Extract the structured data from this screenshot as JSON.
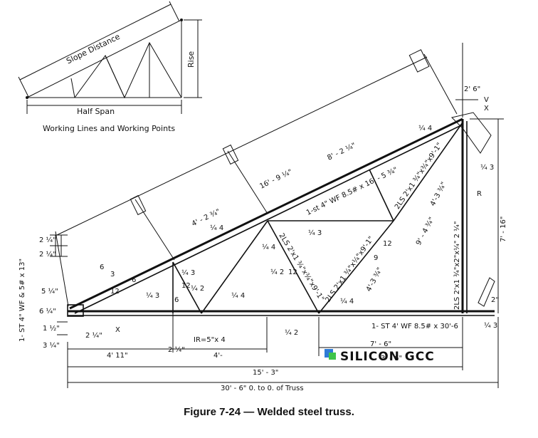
{
  "caption": "Figure 7-24 — Welded steel truss.",
  "watermark": "SILICON GCC",
  "inset": {
    "slope_distance": "Slope Distance",
    "rise": "Rise",
    "half_span": "Half Span",
    "title": "Working Lines and Working Points"
  },
  "top_chord": "1-st  4\" WF 8.5# x 16' - 5 ¾\"",
  "bottom_chord": "1- ST 4' WF 8.5# x 30'-6",
  "end_post": "1- ST 4\" WF & 5# x 13\"",
  "vertical_member": "2LS 2'x1 ¾\"x2\"x¼\" 2 ¼\"",
  "diagonals": [
    "2LS 2'x1 ¾\"x¾\"x9'-1\"",
    "2LS 2'x1 ¾\"x¾\"x9'-1\"",
    "2LS 2'x1 ¾\"x¼\"x9'-1\""
  ],
  "dims": {
    "d_8_2": "8' - 2 ¼\"",
    "d_16_9": "16' - 9 ¼\"",
    "d_4_2": "4' - 2 ¾\"",
    "d_4_3a": "4'-3 ¾\"",
    "d_9_4": "9' - 4 ¾\"",
    "d_4_3b": "4'-3 ¾\"",
    "d_7_16": "7' - 16\"",
    "d_2_6": "2' 6\"",
    "d_4_11": "4' 11\"",
    "d_4_": "4'-",
    "d_7_6": "7' - 6\"",
    "d_3_6": "3' - 6\"",
    "d_15_3": "15' - 3\"",
    "d_30_6": "30' - 6\" 0. to 0. of Truss",
    "d_2_a": "2 ¼\"",
    "d_2_b": "2 ¼\"",
    "d_6": "6 ¼\"",
    "d_5": "5 ¼\"",
    "d_1": "1 ½\"",
    "d_3": "3 ¼\"",
    "d_2_4": "2 ¼\"",
    "d_2_5": "2 ¼\"",
    "d_2in": "2\""
  },
  "marks": {
    "ir": "IR=5\"x 4",
    "v": "V",
    "x": "X",
    "r": "R",
    "x2": "X"
  },
  "welds": [
    "¼ 4",
    "¼ 3",
    "¼ 4",
    "¼ 3",
    "¼ 4",
    "¼ 2",
    "¼ 3",
    "¼ 4",
    "¼ 2",
    "¼ 3",
    "¼ 4",
    "¼ 2",
    "¼ 3"
  ],
  "slope_marks": [
    "12",
    "12",
    "9",
    "12",
    "12",
    "6",
    "6",
    "3",
    "6"
  ]
}
